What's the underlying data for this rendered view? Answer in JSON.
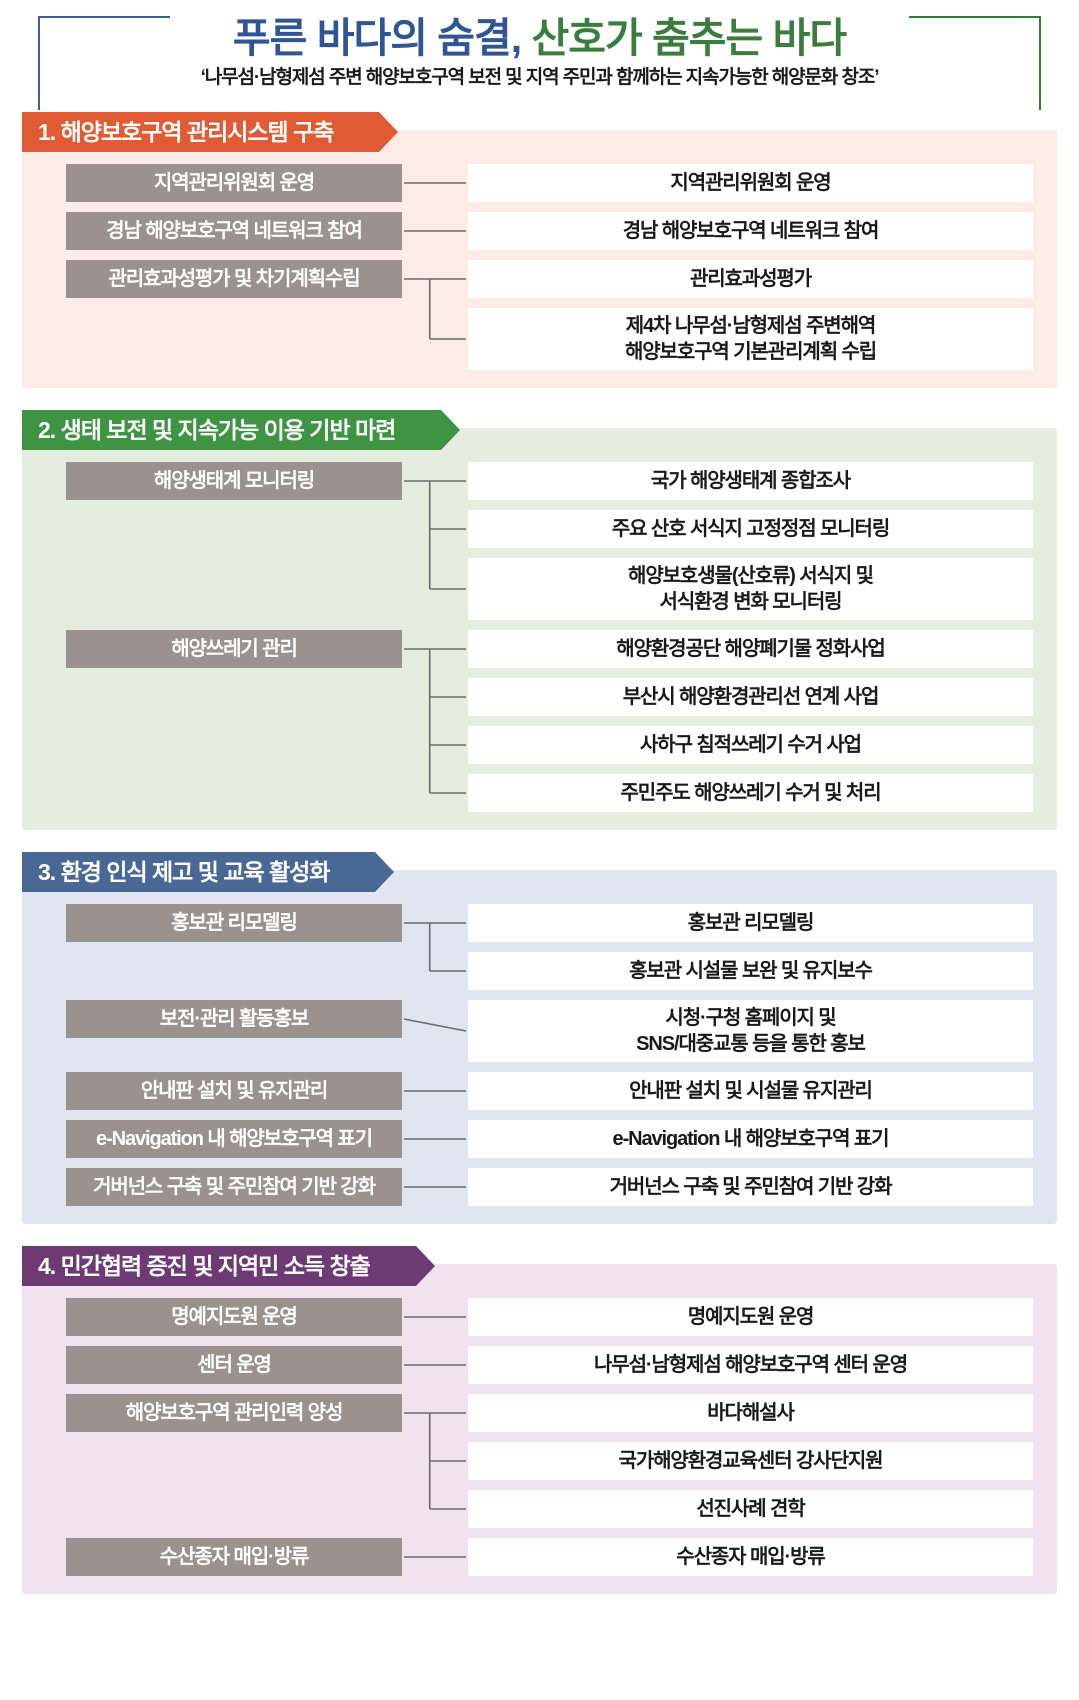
{
  "title": {
    "part_blue": "푸른 바다의 숨결,",
    "part_green": " 산호가 춤추는 바다",
    "subtitle": "‘나무섬·남형제섬 주변 해양보호구역 보전 및 지역 주민과 함께하는 지속가능한 해양문화 창조’"
  },
  "colors": {
    "section1": "#e05a33",
    "section1_bg": "#fcebe6",
    "section2": "#3e9442",
    "section2_bg": "#e5eede",
    "section3": "#4a6896",
    "section3_bg": "#e0e5ef",
    "section4": "#6e3a74",
    "section4_bg": "#f0e3ef",
    "category_box": "#9b918f",
    "title_blue": "#2f5596",
    "title_green": "#3a7d3f"
  },
  "sections": [
    {
      "header": "1. 해양보호구역 관리시스템 구축",
      "groups": [
        {
          "category": "지역관리위원회 운영",
          "items": [
            {
              "lines": [
                "지역관리위원회 운영"
              ]
            }
          ]
        },
        {
          "category": "경남 해양보호구역 네트워크 참여",
          "items": [
            {
              "lines": [
                "경남 해양보호구역 네트워크 참여"
              ]
            }
          ]
        },
        {
          "category": "관리효과성평가 및 차기계획수립",
          "items": [
            {
              "lines": [
                "관리효과성평가"
              ]
            },
            {
              "lines": [
                "제4차 나무섬·남형제섬 주변해역",
                "해양보호구역 기본관리계획 수립"
              ]
            }
          ]
        }
      ]
    },
    {
      "header": "2. 생태 보전 및 지속가능 이용 기반 마련",
      "groups": [
        {
          "category": "해양생태계 모니터링",
          "items": [
            {
              "lines": [
                "국가 해양생태계 종합조사"
              ]
            },
            {
              "lines": [
                "주요 산호 서식지 고정정점 모니터링"
              ]
            },
            {
              "lines": [
                "해양보호생물(산호류) 서식지 및",
                "서식환경 변화 모니터링"
              ]
            }
          ]
        },
        {
          "category": "해양쓰레기 관리",
          "items": [
            {
              "lines": [
                "해양환경공단 해양폐기물 정화사업"
              ]
            },
            {
              "lines": [
                "부산시 해양환경관리선 연계 사업"
              ]
            },
            {
              "lines": [
                "사하구 침적쓰레기 수거 사업"
              ]
            },
            {
              "lines": [
                "주민주도 해양쓰레기 수거 및 처리"
              ]
            }
          ]
        }
      ]
    },
    {
      "header": "3. 환경 인식 제고 및 교육 활성화",
      "groups": [
        {
          "category": "홍보관 리모델링",
          "items": [
            {
              "lines": [
                "홍보관 리모델링"
              ]
            },
            {
              "lines": [
                "홍보관 시설물 보완 및 유지보수"
              ]
            }
          ]
        },
        {
          "category": "보전·관리 활동홍보",
          "items": [
            {
              "lines": [
                "시청·구청 홈페이지 및",
                "SNS/대중교통 등을 통한 홍보"
              ]
            }
          ]
        },
        {
          "category": "안내판 설치 및 유지관리",
          "items": [
            {
              "lines": [
                "안내판 설치 및 시설물 유지관리"
              ]
            }
          ]
        },
        {
          "category": "e-Navigation 내 해양보호구역 표기",
          "items": [
            {
              "lines": [
                "e-Navigation 내 해양보호구역 표기"
              ]
            }
          ]
        },
        {
          "category": "거버넌스 구축 및 주민참여 기반 강화",
          "items": [
            {
              "lines": [
                "거버넌스 구축 및 주민참여 기반 강화"
              ]
            }
          ]
        }
      ]
    },
    {
      "header": "4. 민간협력 증진 및 지역민 소득 창출",
      "groups": [
        {
          "category": "명예지도원 운영",
          "items": [
            {
              "lines": [
                "명예지도원 운영"
              ]
            }
          ]
        },
        {
          "category": "센터 운영",
          "items": [
            {
              "lines": [
                "나무섬·남형제섬 해양보호구역 센터 운영"
              ]
            }
          ]
        },
        {
          "category": "해양보호구역 관리인력 양성",
          "items": [
            {
              "lines": [
                "바다해설사"
              ]
            },
            {
              "lines": [
                "국가해양환경교육센터 강사단지원"
              ]
            },
            {
              "lines": [
                "선진사례 견학"
              ]
            }
          ]
        },
        {
          "category": "수산종자 매입·방류",
          "items": [
            {
              "lines": [
                "수산종자 매입·방류"
              ]
            }
          ]
        }
      ]
    }
  ]
}
